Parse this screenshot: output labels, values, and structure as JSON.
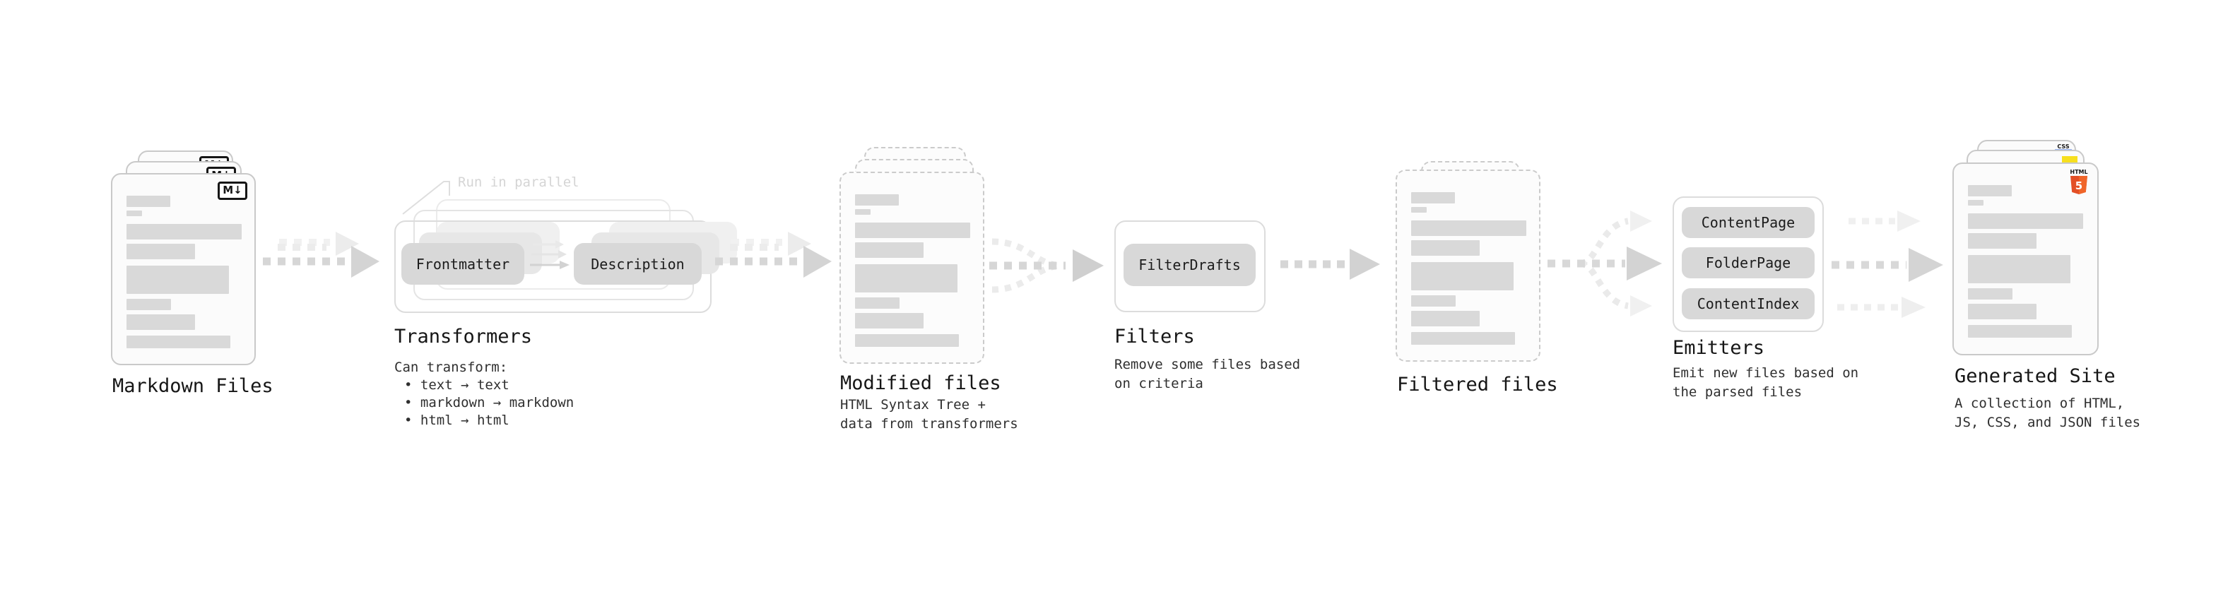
{
  "colors": {
    "page_bg": "#ffffff",
    "heading_text": "#161616",
    "body_text": "#2f2f2f",
    "muted_annotation": "#d5d5d5",
    "skeleton_bar": "#d9d9d9",
    "pill_bg": "#d8d8d8",
    "pill_text": "#1c1c1c",
    "card_bg": "#fbfbfb",
    "card_border": "#c9c9c9",
    "dashed_border": "#cbcbcb",
    "frame_border": "#dcdcdc",
    "arrow_gray": "#d6d6d6",
    "arrow_light": "#ececec",
    "markdown_icon_black": "#161616",
    "html5_orange": "#e34f26",
    "html5_orange_light": "#f06529",
    "js_yellow": "#f7df1e",
    "css_blue": "#2965f1"
  },
  "stages": {
    "markdown_files": {
      "label": "Markdown Files",
      "icon": "markdown-icon",
      "icon_glyph": "M↓"
    },
    "transformers": {
      "label": "Transformers",
      "annotation": "Run in parallel",
      "pill_left": "Frontmatter",
      "pill_right": "Description",
      "desc_title": "Can transform:",
      "bullets": [
        "• text → text",
        "• markdown → markdown",
        "• html → html"
      ]
    },
    "modified_files": {
      "label": "Modified files",
      "description": "HTML Syntax Tree +\ndata from transformers"
    },
    "filters": {
      "label": "Filters",
      "pill": "FilterDrafts",
      "description": "Remove some files based\non criteria"
    },
    "filtered_files": {
      "label": "Filtered files"
    },
    "emitters": {
      "label": "Emitters",
      "pills": [
        "ContentPage",
        "FolderPage",
        "ContentIndex"
      ],
      "description": "Emit new files based on\nthe parsed files"
    },
    "generated_site": {
      "label": "Generated Site",
      "description": "A collection of HTML,\nJS, CSS, and JSON files",
      "css_badge": "CSS",
      "html_badge_title": "HTML",
      "html_badge_number": "5"
    }
  },
  "flow": [
    {
      "from": "Markdown Files",
      "to": "Transformers",
      "type": "dashed-arrow-multi"
    },
    {
      "from": "Transformers",
      "to": "Modified files",
      "type": "dashed-arrow-multi"
    },
    {
      "from": "Modified files",
      "to": "Filters",
      "type": "dashed-arrow-merge"
    },
    {
      "from": "Filters",
      "to": "Filtered files",
      "type": "dashed-arrow"
    },
    {
      "from": "Filtered files",
      "to": "Emitters",
      "type": "dashed-arrow-split"
    },
    {
      "from": "Emitters",
      "to": "Generated Site",
      "type": "dashed-arrow-triple"
    }
  ],
  "skeleton_bars": [
    {
      "w": 62,
      "h": 16,
      "mt": 0
    },
    {
      "w": 22,
      "h": 8,
      "mt": 5
    },
    {
      "w": 163,
      "h": 22,
      "mt": 11
    },
    {
      "w": 97,
      "h": 22,
      "mt": 6
    },
    {
      "w": 145,
      "h": 40,
      "mt": 9
    },
    {
      "w": 63,
      "h": 16,
      "mt": 7
    },
    {
      "w": 97,
      "h": 22,
      "mt": 6
    },
    {
      "w": 147,
      "h": 18,
      "mt": 8
    }
  ]
}
